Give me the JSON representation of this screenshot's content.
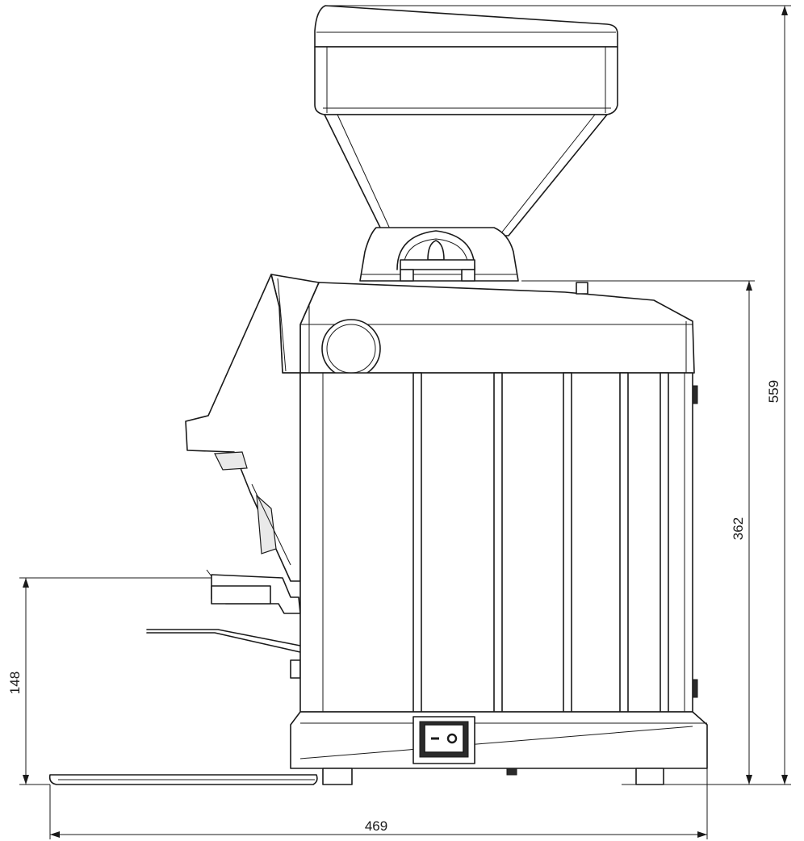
{
  "dimensions": {
    "overall_height": "559",
    "body_height": "362",
    "spout_height": "148",
    "overall_width": "469"
  }
}
